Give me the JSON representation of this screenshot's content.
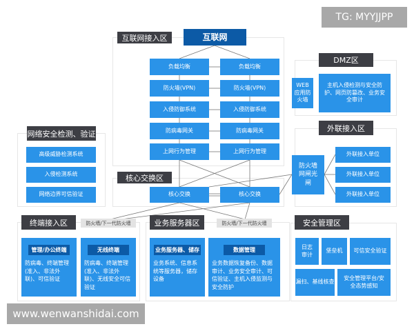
{
  "internet": {
    "zone_title": "互联网接入区",
    "top": "互联网",
    "rows": [
      "负载均衡",
      "防火墙(VPN)",
      "入侵防御系统",
      "防病毒网关",
      "上网行为管理"
    ]
  },
  "core": {
    "zone_title": "核心交换区",
    "node": "核心交换"
  },
  "netsec": {
    "zone_title": "网络安全检测、验证",
    "items": [
      "高级威胁检测系统",
      "入侵检测系统",
      "网络边界可信验证"
    ]
  },
  "dmz": {
    "zone_title": "DMZ区",
    "waf": "WEB应用防火墙",
    "main": "主机入侵检测与安全防护、网页防篡改、业务安全审计"
  },
  "external": {
    "zone_title": "外联接入区",
    "gateway": "防火墙网闸光闸",
    "unit": "外联接入单位"
  },
  "terminal": {
    "zone_title": "终端接入区",
    "fw_label": "防火墙/下一代防火墙",
    "cards": [
      {
        "head": "管理/办公终端",
        "body": "防病毒、终端管理(准入、非法外联)、可信验证"
      },
      {
        "head": "无线终端",
        "body": "防病毒、终端管理(准入、非法外联)、无线安全可信验证"
      }
    ]
  },
  "server": {
    "zone_title": "业务服务器区",
    "fw_label": "防火墙/下一代防火墙",
    "cards": [
      {
        "head": "业务服务器、储存",
        "body": "业务系统、信息系统等服务器，储存设备"
      },
      {
        "head": "数据管理",
        "body": "业务数据恢复备份、数据审计、业务安全审计、可信验证、主机入侵监测与安全防护"
      }
    ]
  },
  "secmgmt": {
    "zone_title": "安全管理区",
    "items": [
      "日志审计",
      "堡垒机",
      "可信安全验证",
      "漏扫、基线核查",
      "安全管理平台/安全态势感知"
    ]
  },
  "watermarks": {
    "top": "TG: MYYJJPP",
    "bottom": "www.wenwanshidai.com"
  },
  "colors": {
    "box": "#2a93e8",
    "dark_box": "#0c5aa6",
    "title": "#3d3e44"
  }
}
